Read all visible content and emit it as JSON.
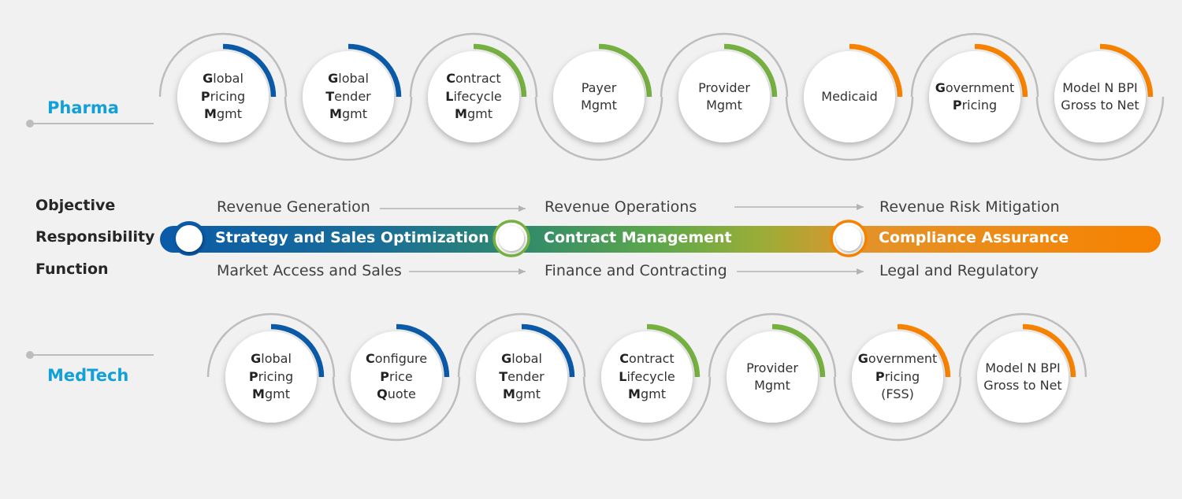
{
  "colors": {
    "blue": "#0a5aa8",
    "green": "#76b041",
    "orange": "#f78200",
    "label_blue": "#12a0d8"
  },
  "pharma": {
    "label": "Pharma",
    "items": [
      {
        "lines": [
          [
            "G",
            "lobal"
          ],
          [
            "P",
            "ricing"
          ],
          [
            "M",
            "gmt"
          ]
        ],
        "accent": "blue"
      },
      {
        "lines": [
          [
            "G",
            "lobal"
          ],
          [
            "T",
            "ender"
          ],
          [
            "M",
            "gmt"
          ]
        ],
        "accent": "blue"
      },
      {
        "lines": [
          [
            "C",
            "ontract"
          ],
          [
            "L",
            "ifecycle"
          ],
          [
            "M",
            "gmt"
          ]
        ],
        "accent": "green"
      },
      {
        "lines": [
          [
            "",
            "Payer"
          ],
          [
            "",
            "Mgmt"
          ]
        ],
        "accent": "green"
      },
      {
        "lines": [
          [
            "",
            "Provider"
          ],
          [
            "",
            "Mgmt"
          ]
        ],
        "accent": "green"
      },
      {
        "lines": [
          [
            "",
            "Medicaid"
          ]
        ],
        "accent": "orange"
      },
      {
        "lines": [
          [
            "G",
            "overnment"
          ],
          [
            "P",
            "ricing"
          ]
        ],
        "accent": "orange"
      },
      {
        "lines": [
          [
            "",
            "Model N BPI"
          ],
          [
            "",
            "Gross to Net"
          ]
        ],
        "accent": "orange"
      }
    ]
  },
  "medtech": {
    "label": "MedTech",
    "items": [
      {
        "lines": [
          [
            "G",
            "lobal"
          ],
          [
            "P",
            "ricing"
          ],
          [
            "M",
            "gmt"
          ]
        ],
        "accent": "blue"
      },
      {
        "lines": [
          [
            "C",
            "onfigure"
          ],
          [
            "P",
            "rice"
          ],
          [
            "Q",
            "uote"
          ]
        ],
        "accent": "blue"
      },
      {
        "lines": [
          [
            "G",
            "lobal"
          ],
          [
            "T",
            "ender"
          ],
          [
            "M",
            "gmt"
          ]
        ],
        "accent": "blue"
      },
      {
        "lines": [
          [
            "C",
            "ontract"
          ],
          [
            "L",
            "ifecycle"
          ],
          [
            "M",
            "gmt"
          ]
        ],
        "accent": "green"
      },
      {
        "lines": [
          [
            "",
            "Provider"
          ],
          [
            "",
            "Mgmt"
          ]
        ],
        "accent": "green"
      },
      {
        "lines": [
          [
            "G",
            "overnment"
          ],
          [
            "P",
            "ricing"
          ],
          [
            "",
            "(FSS)"
          ]
        ],
        "accent": "orange"
      },
      {
        "lines": [
          [
            "",
            "Model N BPI"
          ],
          [
            "",
            "Gross to Net"
          ]
        ],
        "accent": "orange"
      }
    ]
  },
  "rows": {
    "objective": "Objective",
    "responsibility": "Responsibility",
    "function": "Function"
  },
  "objectives": [
    "Revenue Generation",
    "Revenue Operations",
    "Revenue Risk Mitigation"
  ],
  "responsibilities": [
    "Strategy and Sales Optimization",
    "Contract Management",
    "Compliance Assurance"
  ],
  "functions": [
    "Market Access and Sales",
    "Finance and Contracting",
    "Legal and Regulatory"
  ]
}
